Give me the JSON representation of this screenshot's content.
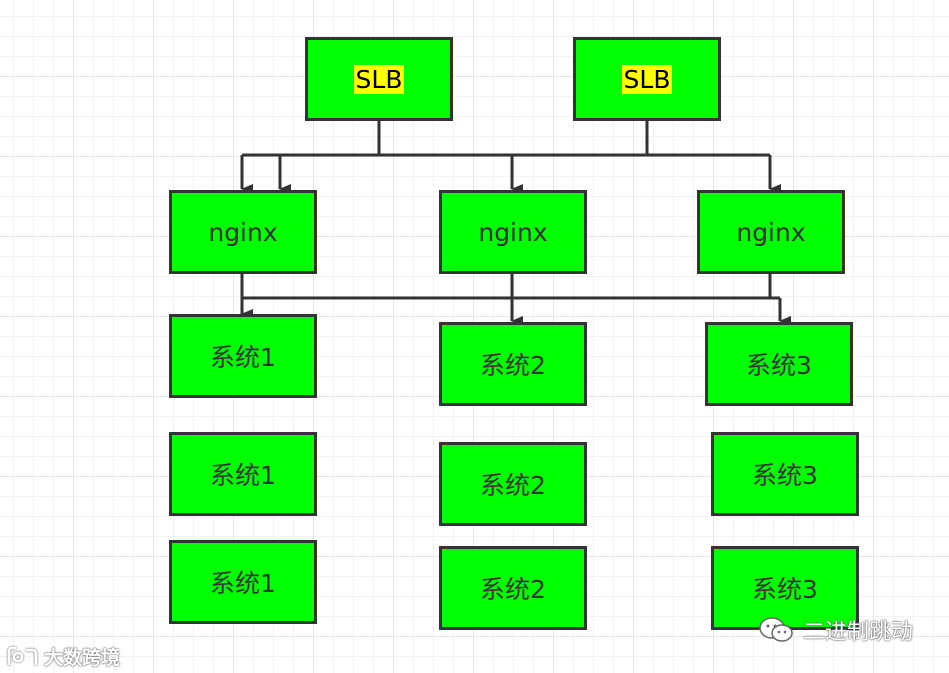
{
  "diagram": {
    "slb_nodes": [
      {
        "label": "SLB"
      },
      {
        "label": "SLB"
      }
    ],
    "nginx_nodes": [
      {
        "label": "nginx"
      },
      {
        "label": "nginx"
      },
      {
        "label": "nginx"
      }
    ],
    "system_nodes": [
      {
        "label": "系统1"
      },
      {
        "label": "系统2"
      },
      {
        "label": "系统3"
      },
      {
        "label": "系统1"
      },
      {
        "label": "系统2"
      },
      {
        "label": "系统3"
      },
      {
        "label": "系统1"
      },
      {
        "label": "系统2"
      },
      {
        "label": "系统3"
      }
    ]
  },
  "watermarks": {
    "left": "大数跨境",
    "right": "二进制跳动"
  },
  "colors": {
    "node_fill": "#00ff00",
    "node_border": "#333333",
    "slb_highlight": "#ffff00",
    "connector": "#333333"
  },
  "icons": {
    "left_watermark": "logo-icon",
    "right_watermark": "wechat-icon"
  }
}
